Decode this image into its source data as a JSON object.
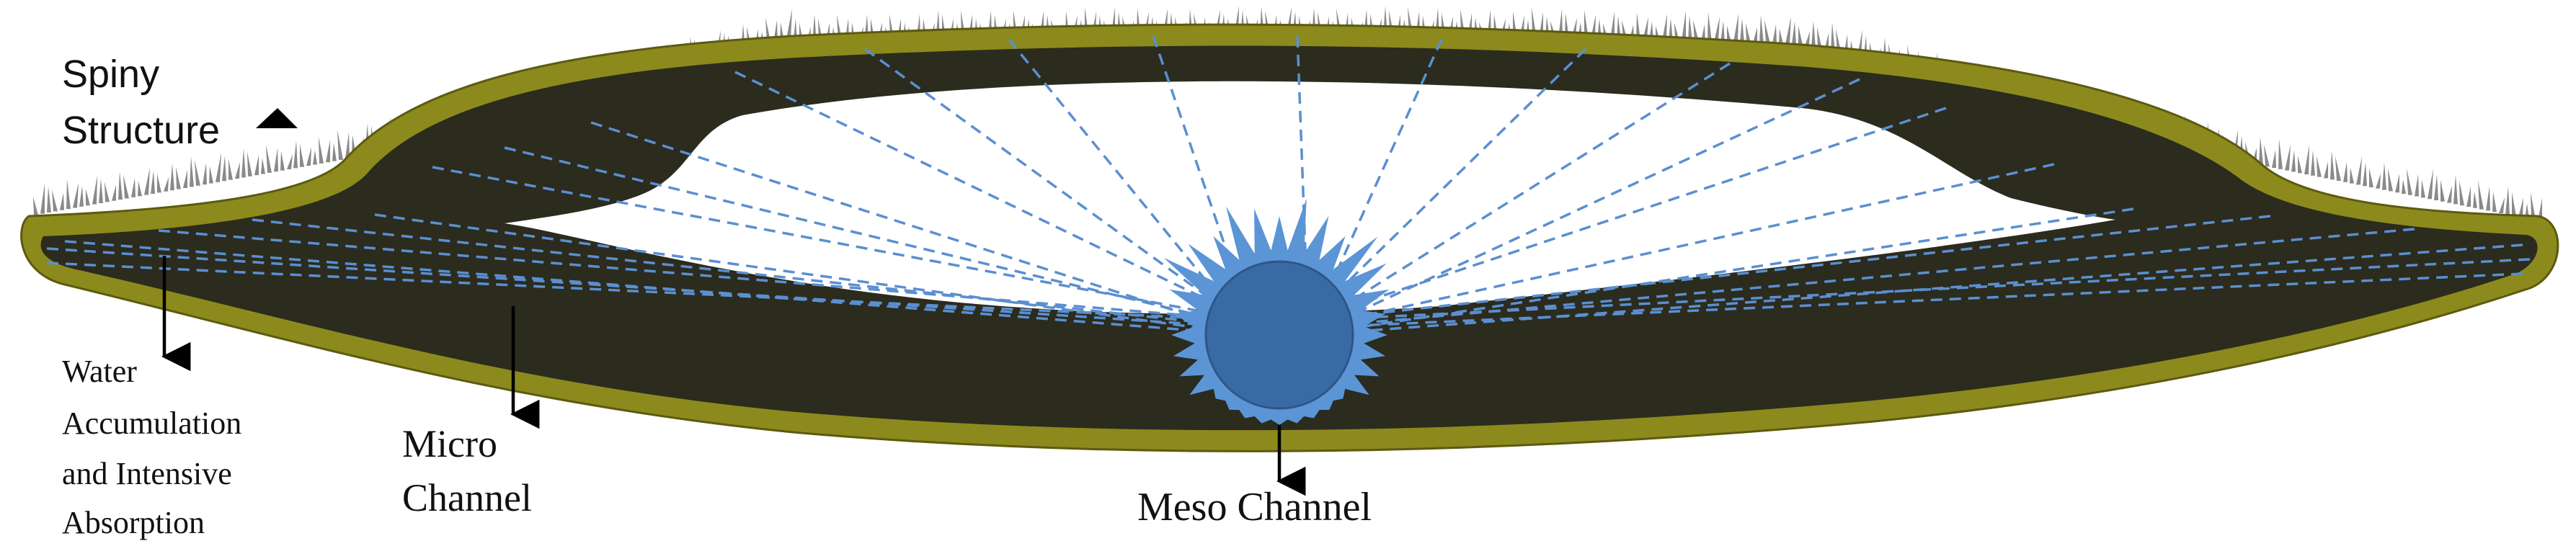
{
  "labels": {
    "spiny_structure": [
      "Spiny",
      "Structure"
    ],
    "water_accumulation": [
      "Water",
      "Accumulation",
      "and Intensive",
      "Absorption"
    ],
    "micro_channel": [
      "Micro",
      "Channel"
    ],
    "meso_channel": "Meso Channel"
  },
  "colors": {
    "outer_layer": "#8c8a1c",
    "inner_tissue": "#2b2b1e",
    "cavity": "#ffffff",
    "flow_lines": "#5b8fd0",
    "meso_channel_fill": "#3a6aa4",
    "meso_channel_ring": "#5b95d6",
    "spines": "#8a8a8a",
    "arrows": "#000000"
  },
  "icons": {
    "triangle_marker": "triangle-up-icon"
  }
}
